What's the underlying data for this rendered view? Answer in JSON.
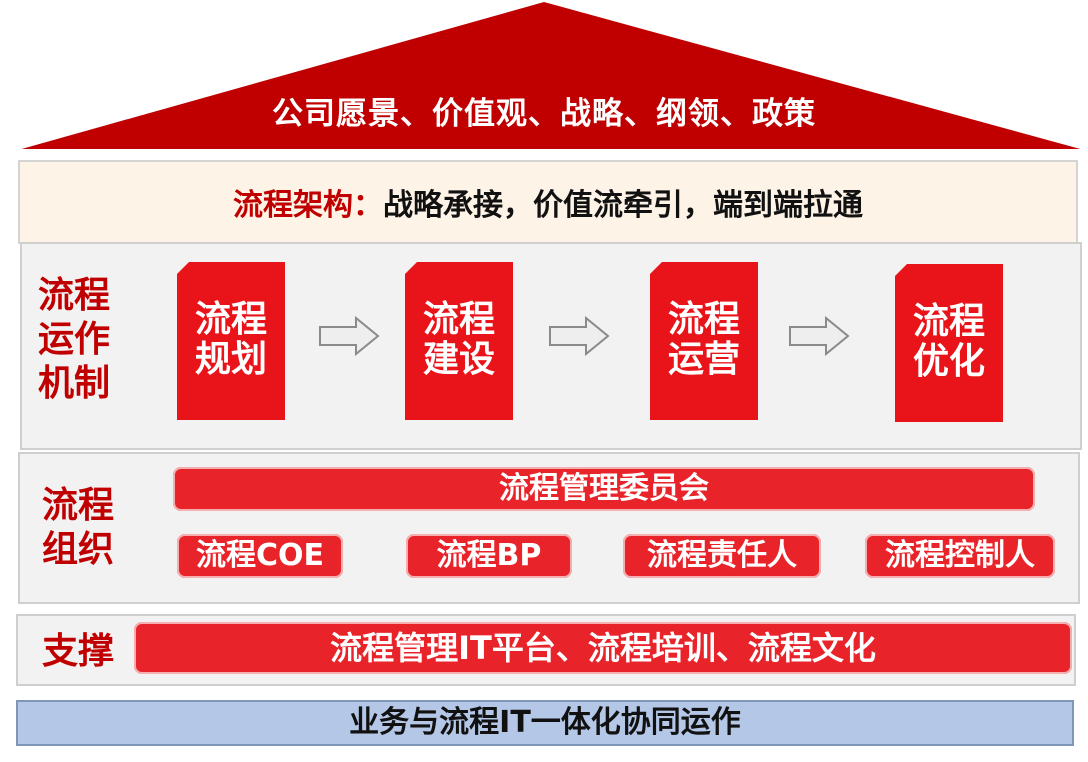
{
  "roof": {
    "title": "公司愿景、价值观、战略、纲领、政策",
    "color": "#c00000"
  },
  "architecture": {
    "label": "流程架构：",
    "text": "战略承接，价值流牵引，端到端拉通",
    "bg": "#fdf3e6"
  },
  "mechanism": {
    "title_lines": [
      "流程",
      "运作",
      "机制"
    ],
    "stages": [
      {
        "line1": "流程",
        "line2": "规划"
      },
      {
        "line1": "流程",
        "line2": "建设"
      },
      {
        "line1": "流程",
        "line2": "运营"
      },
      {
        "line1": "流程",
        "line2": "优化"
      }
    ]
  },
  "organization": {
    "title_lines": [
      "流程",
      "组织"
    ],
    "committee": "流程管理委员会",
    "roles": [
      "流程COE",
      "流程BP",
      "流程责任人",
      "流程控制人"
    ]
  },
  "support": {
    "title": "支撑",
    "text": "流程管理IT平台、流程培训、流程文化"
  },
  "bottom": {
    "text": "业务与流程IT一体化协同运作",
    "bg": "#b4c7e7"
  },
  "colors": {
    "accent": "#c00000",
    "card": "#e8141a",
    "panel": "#f2f2f2"
  }
}
